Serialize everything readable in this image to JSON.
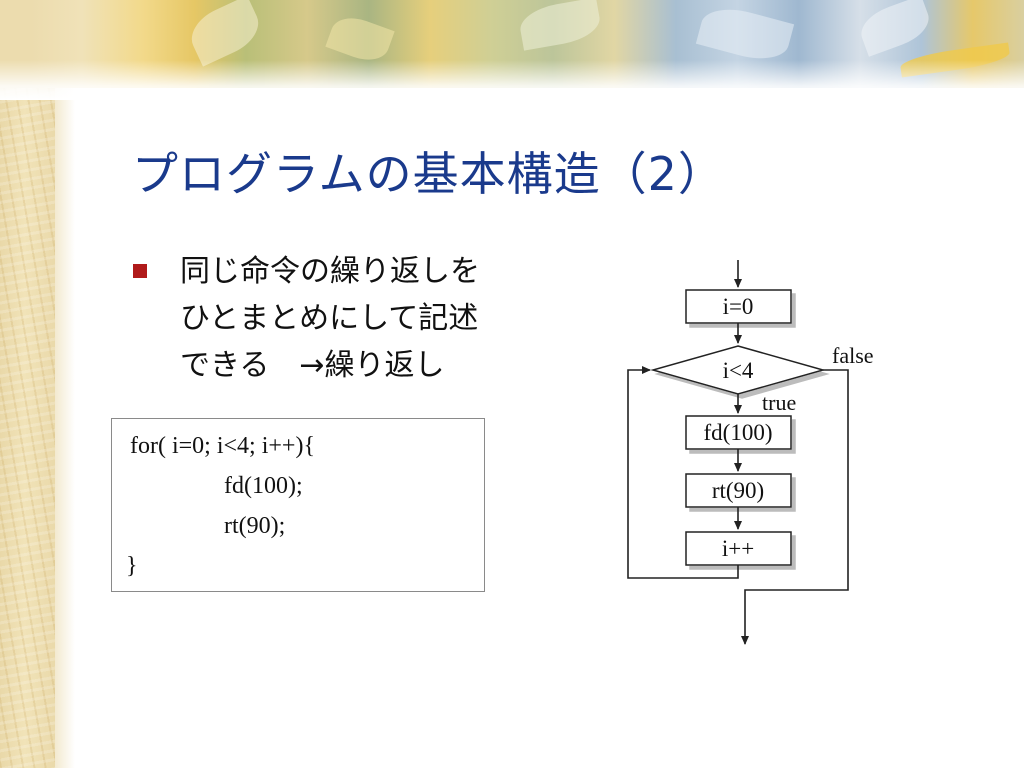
{
  "slide": {
    "title": "プログラムの基本構造（2）",
    "bullet_lines": [
      "同じ命令の繰り返しを",
      "ひとまとめにして記述",
      "できる　→繰り返し"
    ]
  },
  "code": {
    "lines": [
      "for( i=0; i<4; i++){",
      "fd(100);",
      "rt(90);",
      "}"
    ]
  },
  "flowchart": {
    "init": "i=0",
    "condition": "i<4",
    "false_label": "false",
    "true_label": "true",
    "steps": [
      "fd(100)",
      "rt(90)",
      "i++"
    ]
  },
  "colors": {
    "title": "#1a3a8c",
    "bullet": "#b01a1a",
    "text": "#111111"
  }
}
